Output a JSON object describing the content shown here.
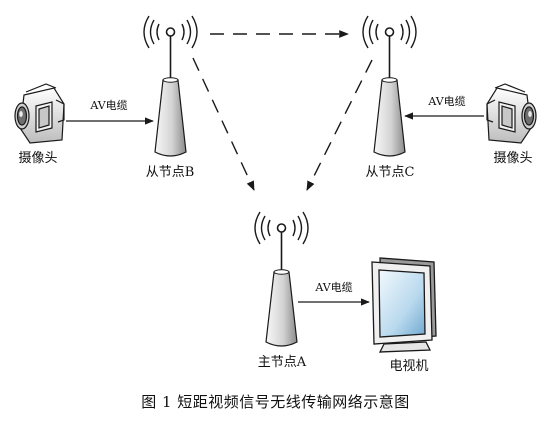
{
  "nodes": {
    "slave_b": {
      "label": "从节点B"
    },
    "slave_c": {
      "label": "从节点C"
    },
    "master_a": {
      "label": "主节点A"
    }
  },
  "cameras": {
    "left": {
      "label": "摄像头"
    },
    "right": {
      "label": "摄像头"
    }
  },
  "tv": {
    "label": "电视机"
  },
  "cables": {
    "left": {
      "label": "AV电缆"
    },
    "right": {
      "label": "AV电缆"
    },
    "bottom": {
      "label": "AV电缆"
    }
  },
  "caption": "图 1  短距视频信号无线传输网络示意图",
  "colors": {
    "line": "#1a1a1a",
    "tower_light": "#f4f4f4",
    "tower_dark": "#8a8a8a",
    "screen_light": "#e8f4fb",
    "screen_dark": "#6fa8d0"
  }
}
